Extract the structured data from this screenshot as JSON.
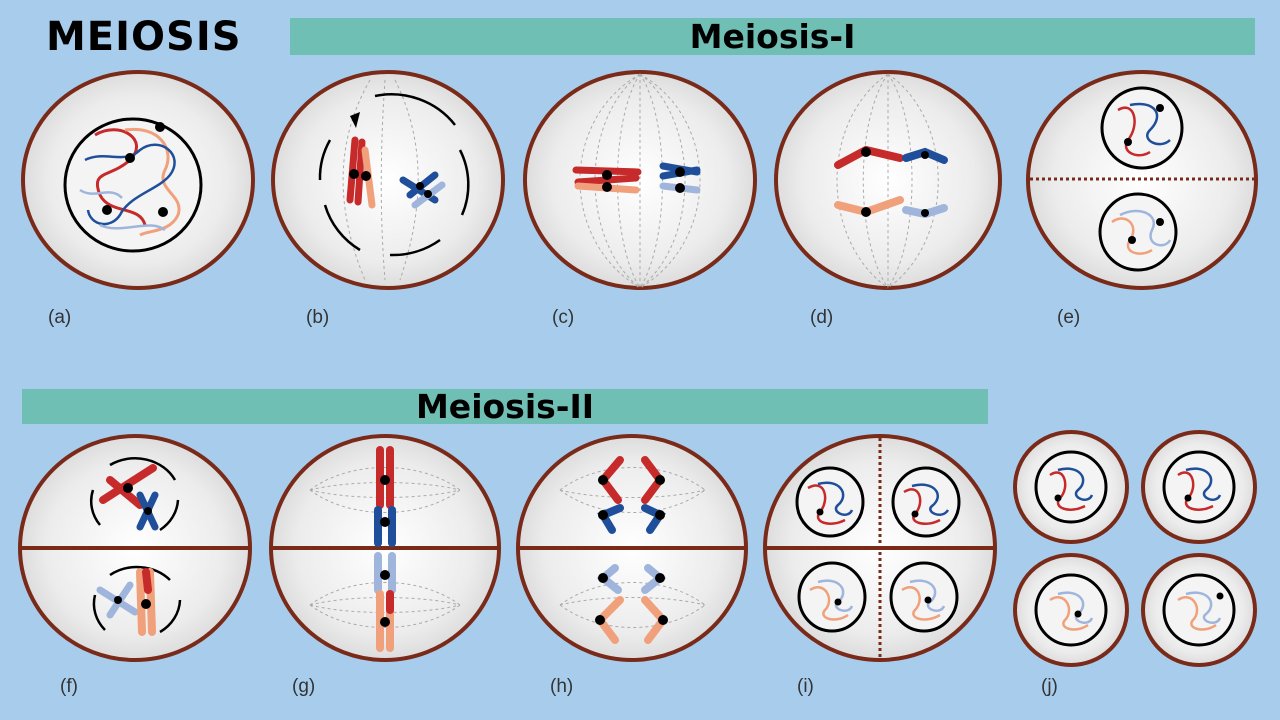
{
  "title": "MEIOSIS",
  "banners": {
    "meiosis_1": "Meiosis-I",
    "meiosis_2": "Meiosis-II"
  },
  "panel_labels": [
    "(a)",
    "(b)",
    "(c)",
    "(d)",
    "(e)",
    "(f)",
    "(g)",
    "(h)",
    "(i)",
    "(j)"
  ],
  "colors": {
    "background": "#a8cdec",
    "banner": "#6fbfb4",
    "cell_border": "#7a2a18",
    "maternal_dark": "#c62a2a",
    "maternal_light": "#f0a07a",
    "paternal_dark": "#1f4f9a",
    "paternal_light": "#9fb5dc",
    "centromere": "#000000"
  }
}
